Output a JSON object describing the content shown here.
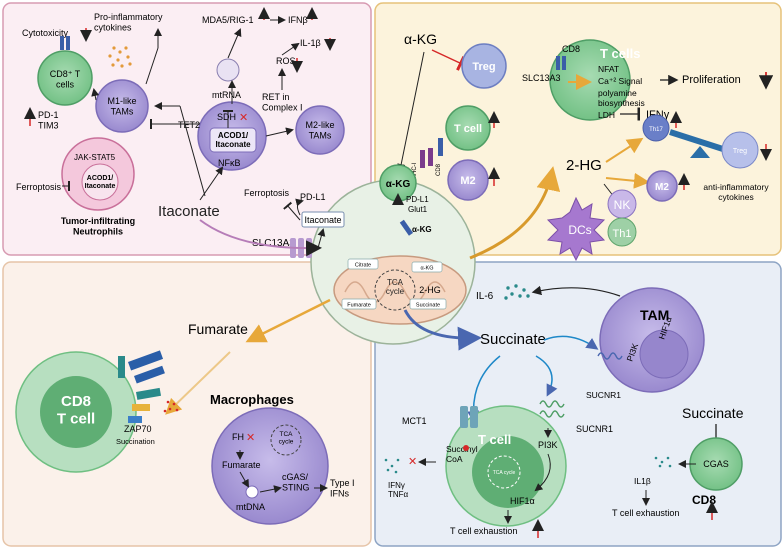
{
  "colors": {
    "panel_itaconate": "#fbeef3",
    "panel_itaconate_border": "#d79bb2",
    "panel_akg": "#fcf3dc",
    "panel_akg_border": "#e6c27a",
    "panel_fumarate": "#fbf1ea",
    "panel_fumarate_border": "#e6c4a8",
    "panel_succinate": "#e9eef6",
    "panel_succinate_border": "#8da4c4",
    "t_cell": "#7cc48e",
    "t_cell_dark": "#4f9e66",
    "macrophage": "#a99bd8",
    "macrophage_dark": "#7c6cb8",
    "up_arrow": "#d62828",
    "arrow_orange": "#e7a83a",
    "arrow_blue": "#4a67b0"
  },
  "icons": [
    "mitochondrion-icon",
    "receptor-icon",
    "up-arrow-icon",
    "down-arrow-icon",
    "inhibition-icon",
    "cross-icon",
    "dots-icon"
  ],
  "center": {
    "itaconate": "Itaconate",
    "slc13a3": "SLC13A3",
    "ferroptosis": "Ferroptosis",
    "pdl1": "PD-L1",
    "itaconate_box": "Itaconate",
    "tca": "TCA\ncycle",
    "citrate": "Citrate",
    "akg": "α-KG",
    "fumarate": "Fumarate",
    "succinate": "Succinate",
    "two_hg": "2-HG"
  },
  "panel1": {
    "cytotoxicity": "Cytotoxicity",
    "cd8_t_cells": "CD8⁺ T\ncells",
    "pd1_tim3": "PD-1\nTIM3",
    "pro_inflammatory": "Pro-inflammatory\ncytokines",
    "m1_tams": "M1-like\nTAMs",
    "mtrna": "mtRNA",
    "mda5": "MDA5/RIG-1",
    "ifnb": "IFNβ",
    "ros": "ROS",
    "il1b": "IL-1β",
    "ret": "RET in\nComplex I",
    "tet2": "TET2",
    "sdh": "SDH",
    "acod1": "ACOD1/\nItaconate",
    "nfkb": "NFκB",
    "m2_tams": "M2-like\nTAMs",
    "jak_stat5": "JAK-STAT5",
    "acod1_neutro": "ACOD1/\nItaconate",
    "ferroptosis": "Ferroptosis",
    "neutrophils": "Tumor-infiltrating\nNeutrophils"
  },
  "panel2": {
    "akg": "α-KG",
    "treg": "Treg",
    "t_cell": "T cell",
    "mhc1": "MHC-I",
    "cd8_label": "CD8",
    "akg_cell": "α-KG",
    "m2": "M2",
    "pdl1": "PD-L1",
    "glut1": "Glut1",
    "akg_in": "α-KG",
    "two_hg": "2-HG",
    "cd8": "CD8",
    "t_cells": "T cells",
    "slc13a3": "SLC13A3",
    "nfat": "NFAT",
    "ca_signal": "Ca⁺² Signal",
    "polyamine": "polyamine\nbiosynthesis",
    "ldh": "LDH",
    "proliferation": "Proliferation",
    "ifng": "IFNγ",
    "th17": "Th17",
    "treg2": "Treg",
    "m2b": "M2",
    "anti_inflammatory": "anti-inflammatory\ncytokines",
    "nk": "NK",
    "th1": "Th1",
    "dcs": "DCs"
  },
  "panel3": {
    "fumarate": "Fumarate",
    "cd8_t_cell": "CD8\nT cell",
    "zap70": "ZAP70",
    "succination": "Succination",
    "macrophages": "Macrophages",
    "fh": "FH",
    "tca": "TCA\ncycle",
    "fumarate_in": "Fumarate",
    "mtdna": "mtDNA",
    "cgas_sting": "cGAS/\nSTING",
    "type1_ifns": "Type I\nIFNs"
  },
  "panel4": {
    "succinate": "Succinate",
    "il6": "IL-6",
    "tam": "TAM",
    "hif1a": "HIF1α",
    "pi3k": "PI3K",
    "sucnr1": "SUCNR1",
    "mct1": "MCT1",
    "t_cell": "T cell",
    "sucnr1_b": "SUCNR1",
    "succinyl_coa": "Succinyl\nCoA",
    "tca": "TCA cycle",
    "pi3k_b": "PI3K",
    "hif1a_b": "HIF1α",
    "ifng_tnfa": "IFNγ\nTNFα",
    "exhaustion": "T cell exhaustion",
    "succinate_b": "Succinate",
    "cgas": "CGAS",
    "il1b": "IL1β",
    "cd8": "CD8",
    "exhaustion_b": "T cell exhaustion"
  }
}
